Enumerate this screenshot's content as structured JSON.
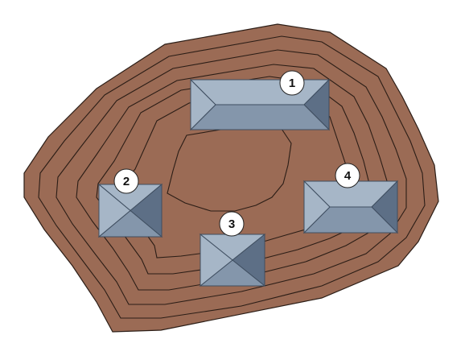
{
  "colors": {
    "terrain": "#9b6b55",
    "contour": "#2b1d16",
    "roof_base": "#8496ab",
    "roof_light": "#a6b6c7",
    "roof_dark": "#5d6f86",
    "roof_edge": "#3f4e60",
    "label_fill": "#ffffff"
  },
  "buildings": [
    {
      "label": "1",
      "roof": "hip-ridge"
    },
    {
      "label": "2",
      "roof": "pyramid"
    },
    {
      "label": "3",
      "roof": "pyramid"
    },
    {
      "label": "4",
      "roof": "hip-ridge"
    }
  ]
}
